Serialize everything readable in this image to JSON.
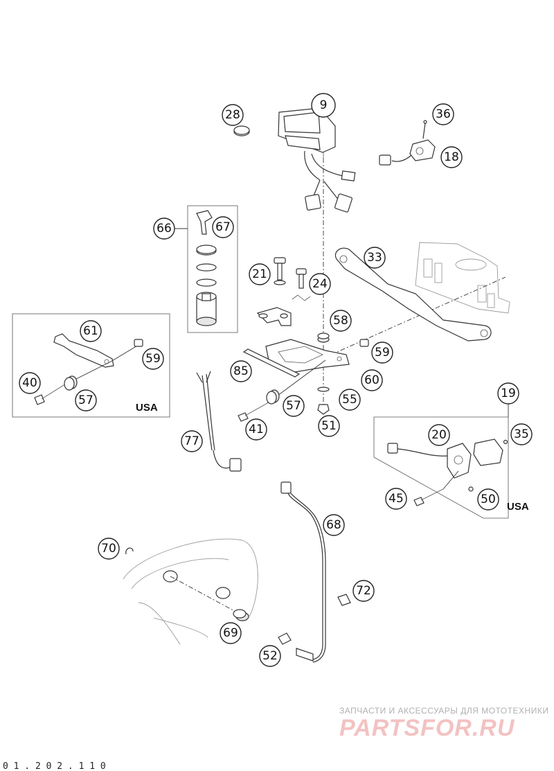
{
  "callouts": [
    "9",
    "28",
    "36",
    "18",
    "66",
    "67",
    "33",
    "21",
    "24",
    "58",
    "61",
    "59",
    "40",
    "57",
    "85",
    "59",
    "60",
    "57",
    "55",
    "41",
    "51",
    "77",
    "19",
    "20",
    "35",
    "45",
    "50",
    "68",
    "70",
    "72",
    "69",
    "52"
  ],
  "groups": {
    "left_usa_label": "USA",
    "right_usa_label": "USA"
  },
  "watermark": {
    "line1": "ЗАПЧАСТИ И АКСЕССУАРЫ ДЛЯ МОТОТЕХНИКИ",
    "line2": "PARTSFOR.RU"
  },
  "doc_number": "0 1 . 2 0 2 . 1 1 0",
  "colors": {
    "ink": "#222222",
    "watermark_red": "#f3c2c2",
    "watermark_grey": "#b0b0b0"
  }
}
